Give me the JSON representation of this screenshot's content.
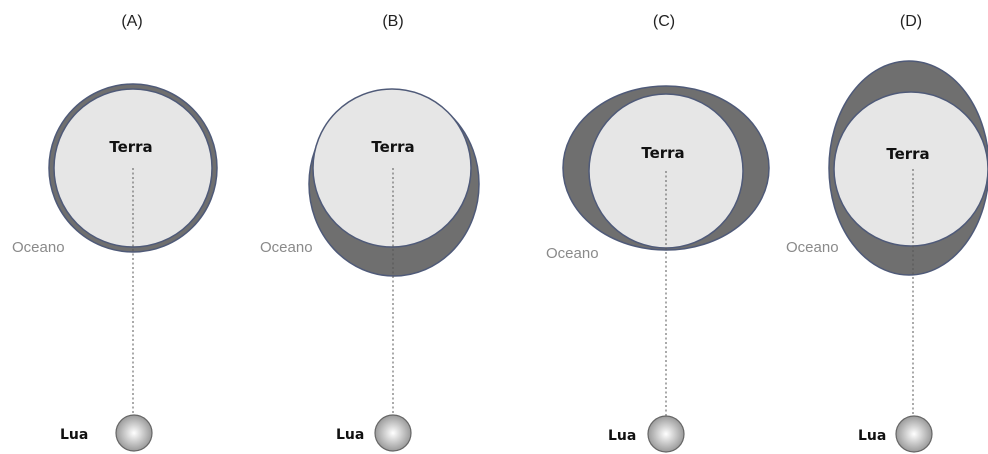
{
  "panels": [
    {
      "id": "A",
      "label": "(A)",
      "earth_label": "Terra",
      "ocean_label": "Oceano",
      "moon_label": "Lua"
    },
    {
      "id": "B",
      "label": "(B)",
      "earth_label": "Terra",
      "ocean_label": "Oceano",
      "moon_label": "Lua"
    },
    {
      "id": "C",
      "label": "(C)",
      "earth_label": "Terra",
      "ocean_label": "Oceano",
      "moon_label": "Lua"
    },
    {
      "id": "D",
      "label": "(D)",
      "earth_label": "Terra",
      "ocean_label": "Oceano",
      "moon_label": "Lua"
    }
  ],
  "colors": {
    "ocean": "#6f6f6f",
    "earth": "#e6e6e6",
    "outline": "#4f5a78",
    "moon_center": "#ffffff",
    "moon_edge": "#9a9a9a"
  }
}
